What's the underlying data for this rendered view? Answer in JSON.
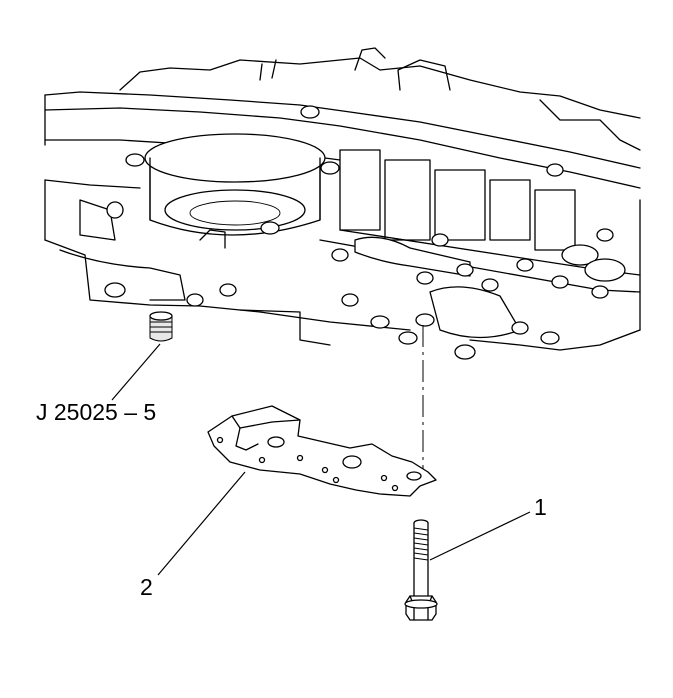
{
  "figure": {
    "labels": {
      "tool": "J 25025 – 5",
      "part_1": "1",
      "part_2": "2"
    },
    "ink_color": "#000000",
    "background_color": "#ffffff"
  }
}
